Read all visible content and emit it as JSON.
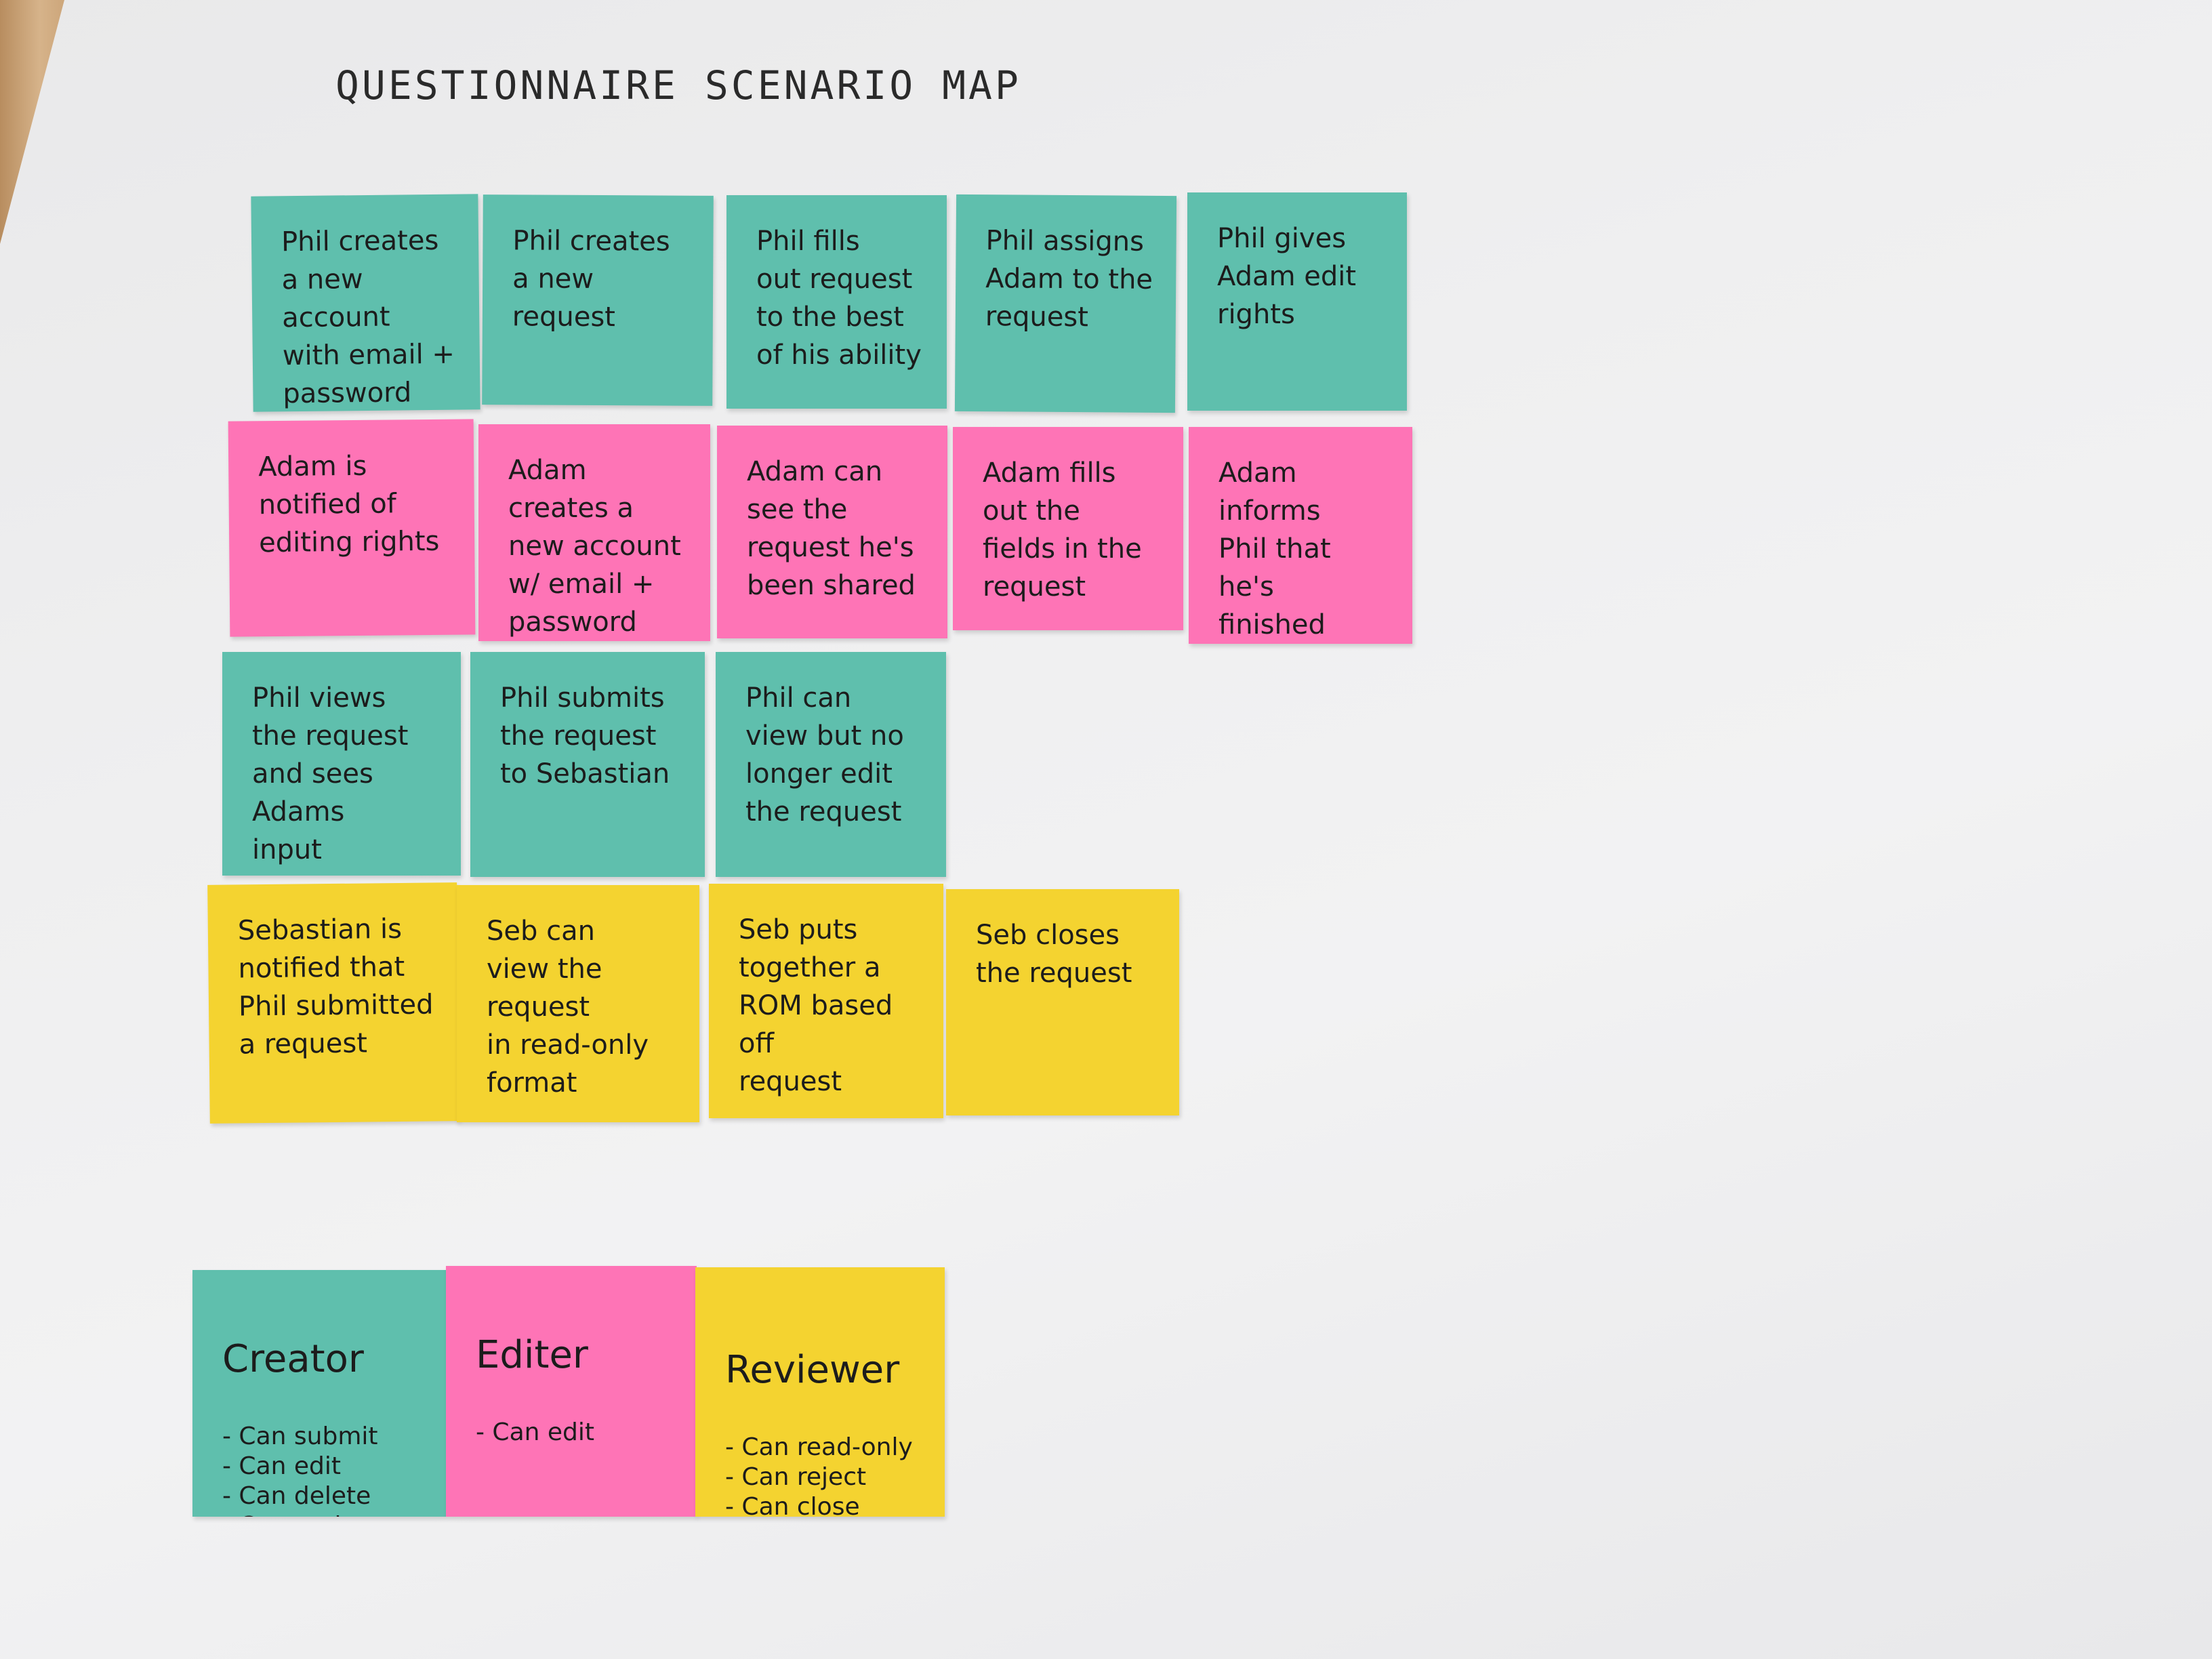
{
  "title": "QUESTIONNAIRE SCENARIO MAP",
  "colors": {
    "teal": "#5fbfad",
    "pink": "#fe74b6",
    "yellow": "#f4d330"
  },
  "rows": [
    {
      "notes": [
        {
          "color": "teal",
          "text": "Phil creates\na new account\nwith email +\npassword"
        },
        {
          "color": "teal",
          "text": "Phil creates\na new\nrequest"
        },
        {
          "color": "teal",
          "text": "Phil fills\nout request\nto the best\nof his ability"
        },
        {
          "color": "teal",
          "text": "Phil assigns\nAdam to the\nrequest"
        },
        {
          "color": "teal",
          "text": "Phil gives\nAdam edit\nrights"
        }
      ]
    },
    {
      "notes": [
        {
          "color": "pink",
          "text": "Adam is\nnotified of\nediting rights"
        },
        {
          "color": "pink",
          "text": "Adam\ncreates a\nnew account\nw/ email +\npassword"
        },
        {
          "color": "pink",
          "text": "Adam can\nsee the\nrequest he's\nbeen shared"
        },
        {
          "color": "pink",
          "text": "Adam fills\nout the\nfields in the\nrequest"
        },
        {
          "color": "pink",
          "text": "Adam informs\nPhil that he's\nfinished"
        }
      ]
    },
    {
      "notes": [
        {
          "color": "teal",
          "text": "Phil views\nthe request\nand sees Adams\ninput"
        },
        {
          "color": "teal",
          "text": "Phil submits\nthe request\nto Sebastian"
        },
        {
          "color": "teal",
          "text": "Phil can\nview but no\nlonger edit\nthe request"
        }
      ]
    },
    {
      "notes": [
        {
          "color": "yellow",
          "text": "Sebastian is\nnotified that\nPhil submitted\na request"
        },
        {
          "color": "yellow",
          "text": "Seb can\nview the request\nin read-only\nformat"
        },
        {
          "color": "yellow",
          "text": "Seb puts\ntogether a\nROM based off\nrequest"
        },
        {
          "color": "yellow",
          "text": "Seb closes\nthe request"
        }
      ]
    }
  ],
  "roles": [
    {
      "color": "teal",
      "heading": "Creator",
      "lines": "- Can submit\n- Can edit\n- Can delete\n- Can assign"
    },
    {
      "color": "pink",
      "heading": "Editer",
      "lines": "- Can edit"
    },
    {
      "color": "yellow",
      "heading": "Reviewer",
      "lines": "- Can read-only\n- Can reject\n- Can close"
    }
  ]
}
